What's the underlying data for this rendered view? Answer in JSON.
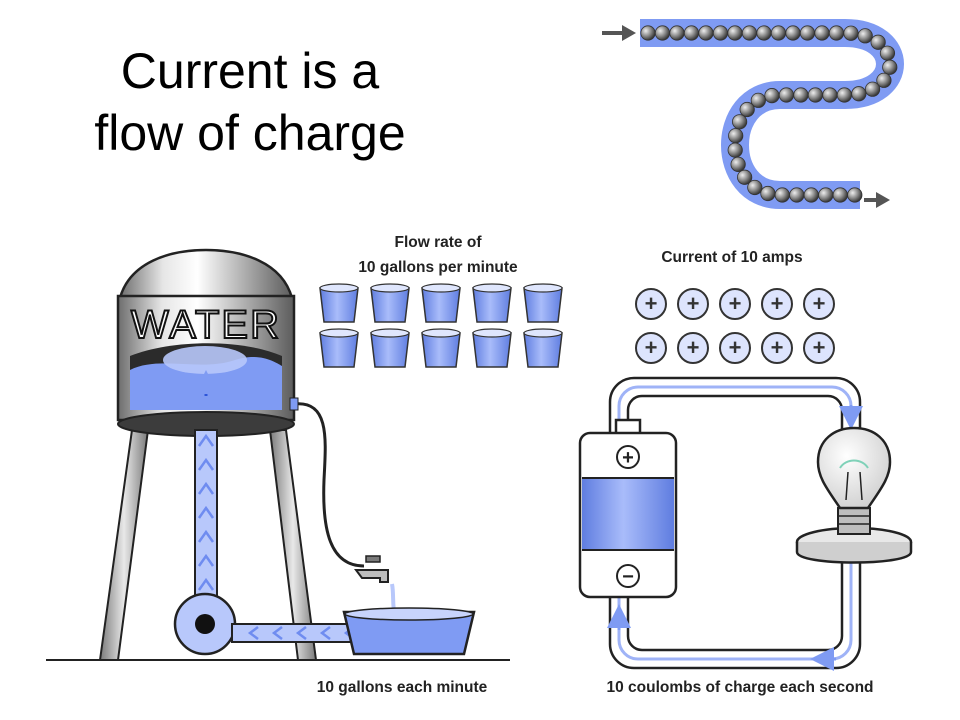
{
  "title_lines": [
    "Current is a",
    "flow of charge"
  ],
  "water": {
    "tank_label": "WATER",
    "flow_rate_lines": [
      "Flow rate of",
      "10 gallons per minute"
    ],
    "caption": "10 gallons each minute",
    "bucket_count": 10
  },
  "circuit": {
    "current_label": "Current of 10 amps",
    "caption": "10 coulombs of charge each second",
    "charge_symbol": "+",
    "charge_count": 10,
    "battery_positive": "+",
    "battery_negative": "−"
  },
  "colors": {
    "water_blue": "#7f9bf3",
    "light_blue": "#b8c8fb",
    "charge_fill": "#dde4fd",
    "ball_gray": "#8a8a8a",
    "outline": "#222222"
  }
}
